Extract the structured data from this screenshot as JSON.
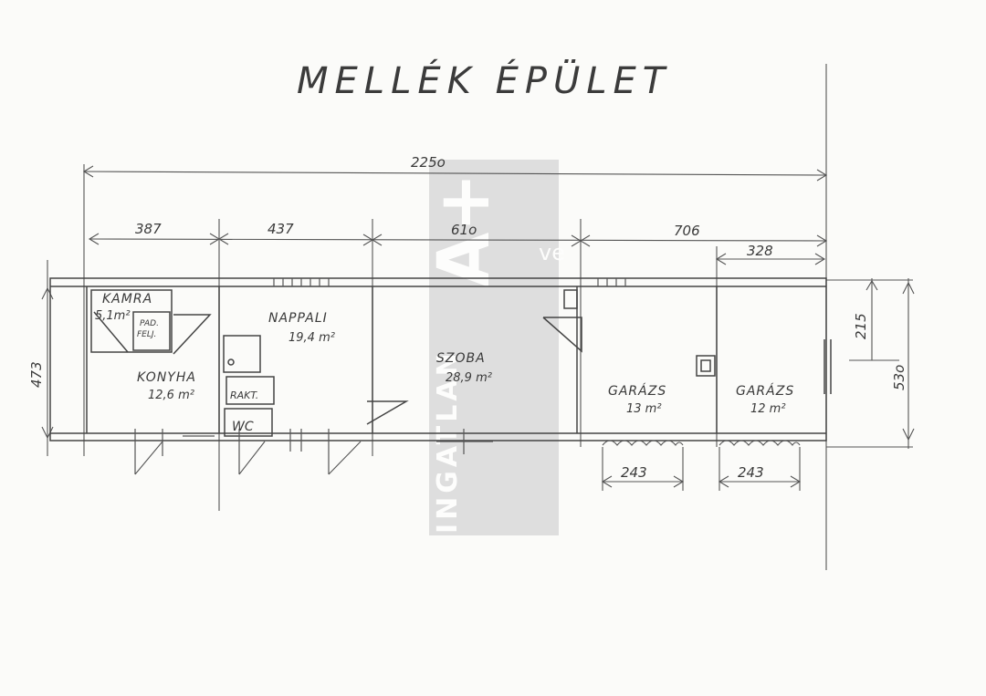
{
  "title": "MELLÉK ÉPÜLET",
  "dimensions": {
    "total_width": "225o",
    "seg1": "387",
    "seg2": "437",
    "seg3": "61o",
    "seg4": "706",
    "seg5": "328",
    "left_height": "473",
    "right_height": "53o",
    "inner_height": "215",
    "door1": "243",
    "door2": "243"
  },
  "rooms": {
    "kamra": {
      "name": "KAMRA",
      "area": "5,1m²"
    },
    "padfeljaro": {
      "name": "PAD.",
      "name2": "FELJ."
    },
    "konyha": {
      "name": "KONYHA",
      "area": "12,6 m²"
    },
    "nappali": {
      "name": "NAPPALI",
      "area": "19,4 m²"
    },
    "rakt": {
      "name": "RAKT."
    },
    "wc": {
      "name": "WC"
    },
    "szoba": {
      "name": "SZOBA",
      "area": "28,9 m²"
    },
    "garazs1": {
      "name": "GARÁZS",
      "area": "13 m²"
    },
    "garazs2": {
      "name": "GARÁZS",
      "area": "12 m²"
    }
  },
  "watermark": {
    "logo": "A+",
    "side": "INGATLAN",
    "suffix": "ve",
    "color": "#c8c8c8"
  },
  "colors": {
    "ink": "#3a3a3a",
    "paper": "#fbfbf9"
  }
}
